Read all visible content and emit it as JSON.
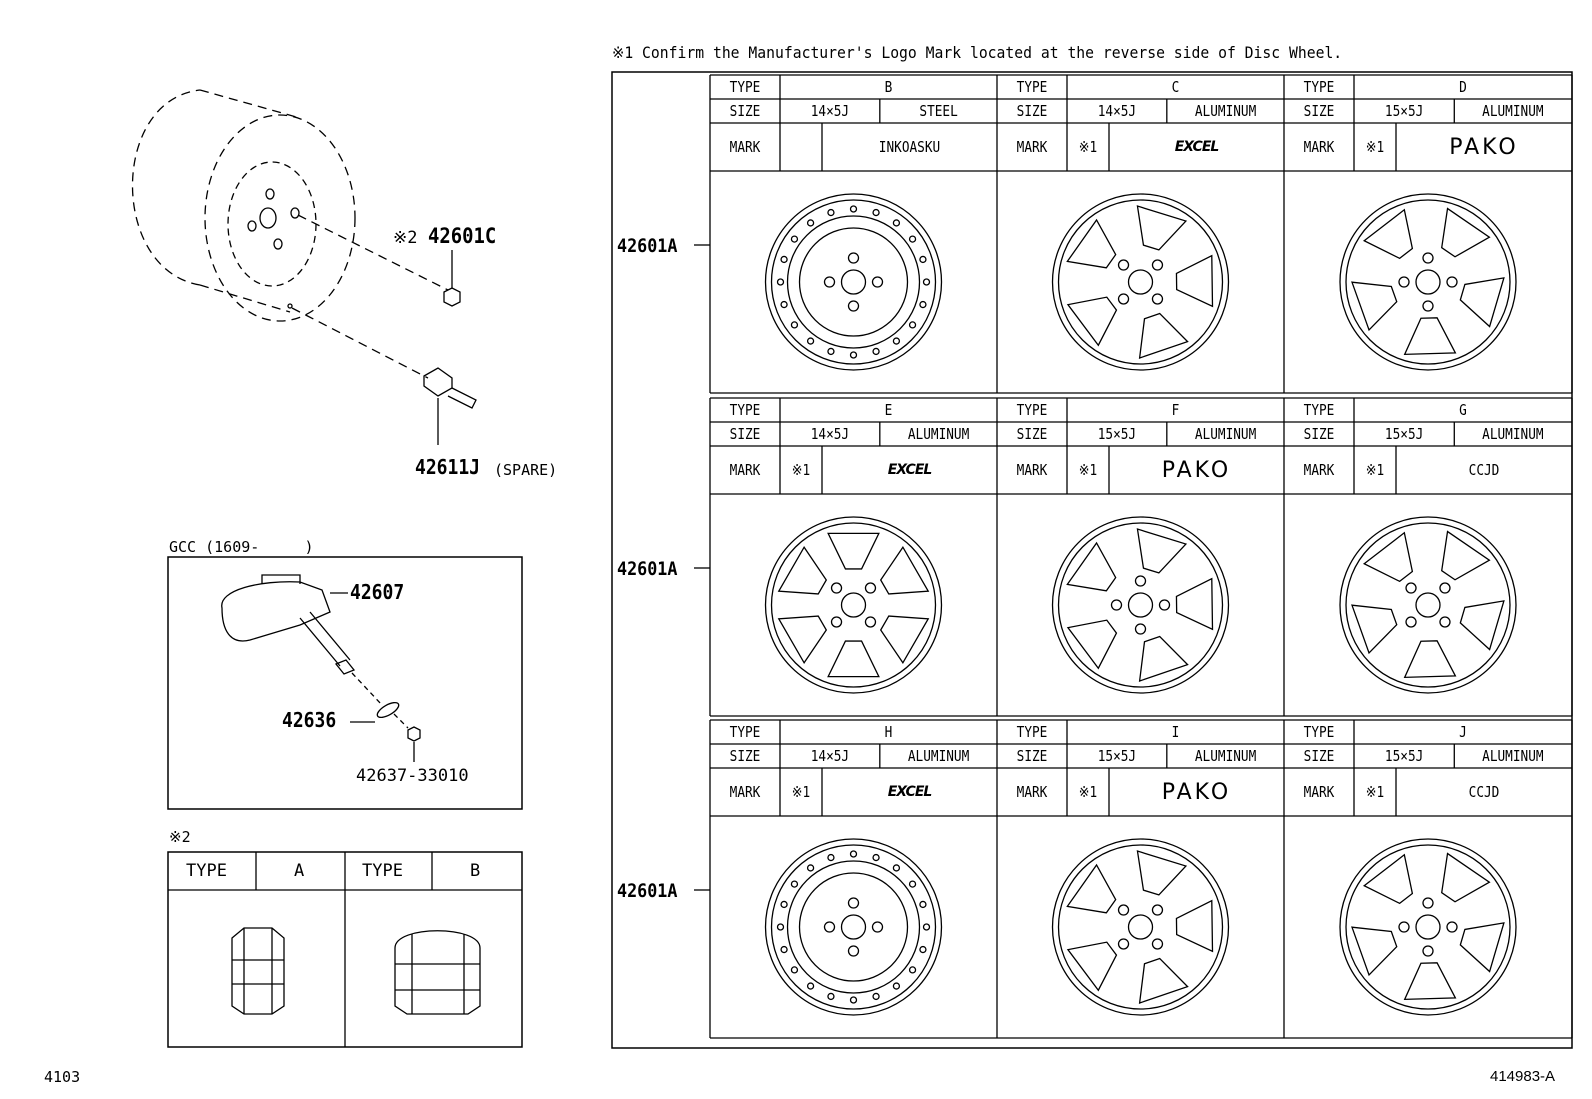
{
  "note": "※1  Confirm the Manufacturer's Logo Mark located at the reverse side of Disc Wheel.",
  "top_left": {
    "part_nut": "42601C",
    "nut_marker": "※2",
    "part_valve": "42611J",
    "valve_note": "(SPARE)"
  },
  "gcc": {
    "label": "GCC (1609-     )",
    "sensor": "42607",
    "washer": "42636",
    "nut": "42637-33010"
  },
  "nut_types": {
    "marker": "※2",
    "type_label": "TYPE",
    "types": [
      "A",
      "B"
    ]
  },
  "wheel_groups": [
    {
      "part": "42601A",
      "wheels": [
        {
          "type": "B",
          "size": "14×5J",
          "material": "STEEL",
          "mark_note": "",
          "mark": "INKOASKU"
        },
        {
          "type": "C",
          "size": "14×5J",
          "material": "ALUMINUM",
          "mark_note": "※1",
          "mark": "EXCEL"
        },
        {
          "type": "D",
          "size": "15×5J",
          "material": "ALUMINUM",
          "mark_note": "※1",
          "mark": "PAKO"
        }
      ]
    },
    {
      "part": "42601A",
      "wheels": [
        {
          "type": "E",
          "size": "14×5J",
          "material": "ALUMINUM",
          "mark_note": "※1",
          "mark": "EXCEL"
        },
        {
          "type": "F",
          "size": "15×5J",
          "material": "ALUMINUM",
          "mark_note": "※1",
          "mark": "PAKO"
        },
        {
          "type": "G",
          "size": "15×5J",
          "material": "ALUMINUM",
          "mark_note": "※1",
          "mark": "CCJD"
        }
      ]
    },
    {
      "part": "42601A",
      "wheels": [
        {
          "type": "H",
          "size": "14×5J",
          "material": "ALUMINUM",
          "mark_note": "※1",
          "mark": "EXCEL"
        },
        {
          "type": "I",
          "size": "15×5J",
          "material": "ALUMINUM",
          "mark_note": "※1",
          "mark": "PAKO"
        },
        {
          "type": "J",
          "size": "15×5J",
          "material": "ALUMINUM",
          "mark_note": "※1",
          "mark": "CCJD"
        }
      ]
    }
  ],
  "labels": {
    "type": "TYPE",
    "size": "SIZE",
    "mark": "MARK"
  },
  "footer_left": "4103",
  "footer_right": "414983-A"
}
